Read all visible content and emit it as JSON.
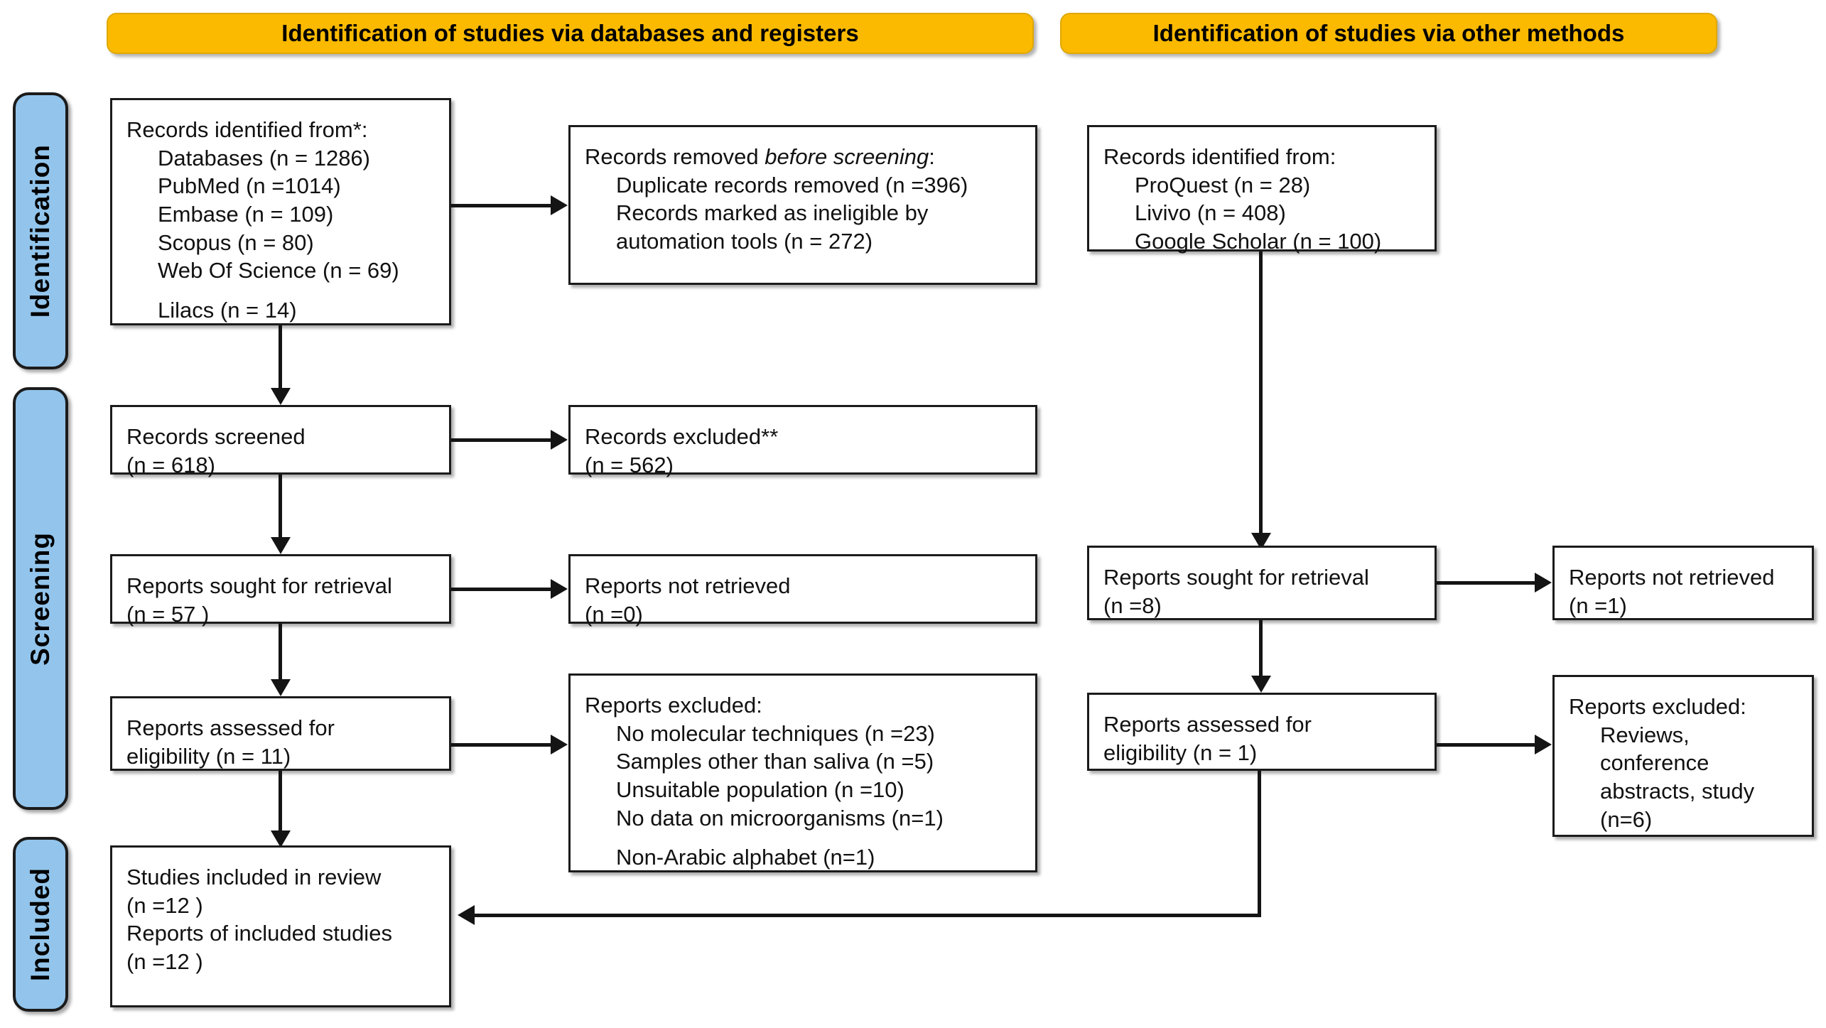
{
  "diagram": {
    "type": "PRISMA 2020 flow diagram",
    "banners": [
      {
        "id": "databases-registers",
        "label": "Identification of studies via databases and registers"
      },
      {
        "id": "other-methods",
        "label": "Identification of studies via other methods"
      }
    ],
    "phases": [
      {
        "id": "identification",
        "label": "Identification"
      },
      {
        "id": "screening",
        "label": "Screening"
      },
      {
        "id": "included",
        "label": "Included"
      }
    ],
    "boxes": {
      "records_identified": {
        "title": "Records identified from*:",
        "items": [
          "Databases (n = 1286)",
          "PubMed (n =1014)",
          "Embase (n = 109)",
          "Scopus (n = 80)",
          "Web Of Science (n = 69)",
          "Lilacs (n = 14)"
        ]
      },
      "records_removed": {
        "title_plain": "Records removed ",
        "title_italic": "before screening",
        "title_tail": ":",
        "items": [
          "Duplicate records removed (n =396)",
          "Records marked as ineligible by",
          "automation tools (n = 272)"
        ]
      },
      "records_screened": {
        "line1": "Records screened",
        "line2": "(n = 618)"
      },
      "records_excluded": {
        "line1": "Records excluded**",
        "line2": "(n = 562)"
      },
      "reports_sought_left": {
        "line1": "Reports sought for retrieval",
        "line2": "(n = 57 )"
      },
      "reports_not_retrieved_left": {
        "line1": "Reports not retrieved",
        "line2": "(n =0)"
      },
      "reports_assessed_left": {
        "line1": "Reports assessed for",
        "line2": "eligibility (n = 11)"
      },
      "reports_excluded_left": {
        "title": "Reports excluded:",
        "items": [
          "No molecular techniques (n =23)",
          "Samples other than saliva (n =5)",
          "Unsuitable population (n =10)",
          "No data on microorganisms (n=1)",
          "Non-Arabic alphabet (n=1)"
        ]
      },
      "studies_included": {
        "line1": "Studies included in review",
        "line2": "(n =12 )",
        "line3": "Reports of included studies",
        "line4": "(n =12 )"
      },
      "records_identified_other": {
        "title": "Records identified from:",
        "items": [
          "ProQuest (n = 28)",
          "Livivo (n = 408)",
          "Google Scholar (n = 100)"
        ]
      },
      "reports_sought_right": {
        "line1": "Reports sought for retrieval",
        "line2": "(n =8)"
      },
      "reports_not_retrieved_right": {
        "line1": "Reports not retrieved",
        "line2": "(n =1)"
      },
      "reports_assessed_right": {
        "line1": "Reports assessed for",
        "line2": "eligibility (n = 1)"
      },
      "reports_excluded_right": {
        "title": "Reports excluded:",
        "items": [
          "Reviews,",
          "conference",
          "abstracts, study",
          "(n=6)"
        ]
      }
    },
    "colors": {
      "banner": "#FBBA00",
      "phase_bar": "#93C5EC",
      "box_border": "#1b1b1b",
      "connector": "#141414",
      "text": "#111111"
    }
  }
}
